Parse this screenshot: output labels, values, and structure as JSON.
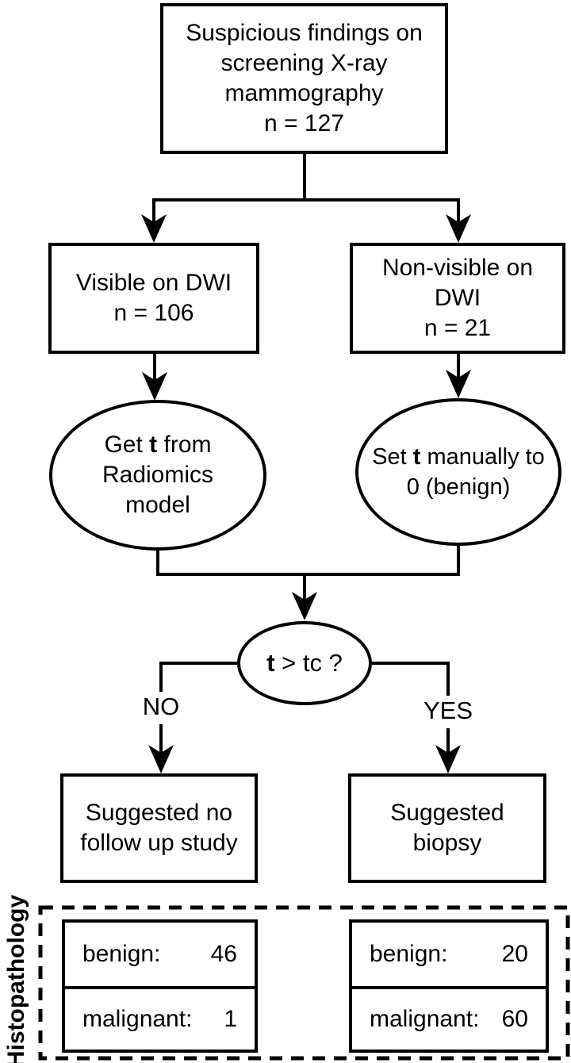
{
  "palette": {
    "ink": "#000000",
    "bg": "#ffffff"
  },
  "flowchart": {
    "top_box": {
      "text": "Suspicious findings on\nscreening X-ray\nmammography\nn = 127"
    },
    "visible_box": {
      "text": "Visible on DWI\nn = 106"
    },
    "nonvisible_box": {
      "text": "Non-visible on\nDWI\nn = 21"
    },
    "radiomics_ellipse": {
      "segments": [
        {
          "text": "Get "
        },
        {
          "text": "t",
          "bold": true
        },
        {
          "text": " from\nRadiomics\nmodel"
        }
      ]
    },
    "manual_ellipse": {
      "segments": [
        {
          "text": "Set "
        },
        {
          "text": "t",
          "bold": true
        },
        {
          "text": " manually to\n0 (benign)"
        }
      ]
    },
    "decision_ellipse": {
      "segments": [
        {
          "text": "t",
          "bold": true
        },
        {
          "text": " > tc ?"
        }
      ]
    },
    "no_label": "NO",
    "yes_label": "YES",
    "no_follow_box": {
      "text": "Suggested no\nfollow up study"
    },
    "biopsy_box": {
      "text": "Suggested\nbiopsy"
    },
    "histopathology": {
      "section_label": "Histopathology",
      "left_stack": {
        "rows": [
          {
            "label": "benign:",
            "value": "46"
          },
          {
            "label": "malignant:",
            "value": "1"
          }
        ]
      },
      "right_stack": {
        "rows": [
          {
            "label": "benign:",
            "value": "20"
          },
          {
            "label": "malignant:",
            "value": "60"
          }
        ]
      }
    }
  }
}
